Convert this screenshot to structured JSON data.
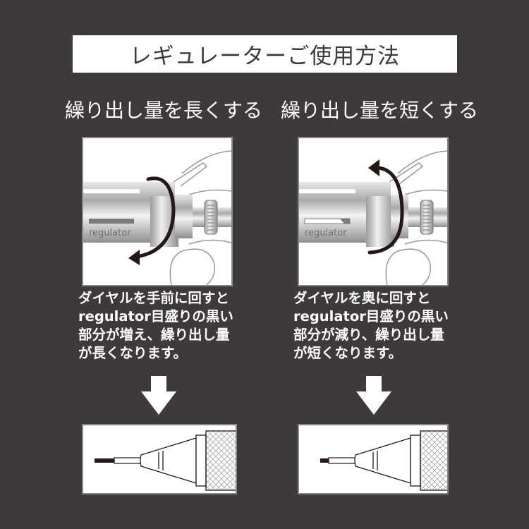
{
  "title": "レギュレーターご使用方法",
  "columns": [
    {
      "heading": "繰り出し量を長くする",
      "regulator_label": "regulator",
      "rotation": "toward-front",
      "description": "ダイヤルを手前に回すと\nregulator目盛りの黒い\n部分が増え、繰り出し量\nが長くなります。",
      "lead_length": "long"
    },
    {
      "heading": "繰り出し量を短くする",
      "regulator_label": "regulator",
      "rotation": "toward-back",
      "description": "ダイヤルを奥に回すと\nregulator目盛りの黒い\n部分が減り、繰り出し量\nが短くなります。",
      "lead_length": "short"
    }
  ],
  "icons": {
    "down_arrow": "down-arrow-icon",
    "rotate_arrow": "rotation-arrow-icon"
  },
  "colors": {
    "background": "#3e3a39",
    "title_box": "#ffffff",
    "title_text": "#3e3a39",
    "frame_border": "#8a8787"
  }
}
